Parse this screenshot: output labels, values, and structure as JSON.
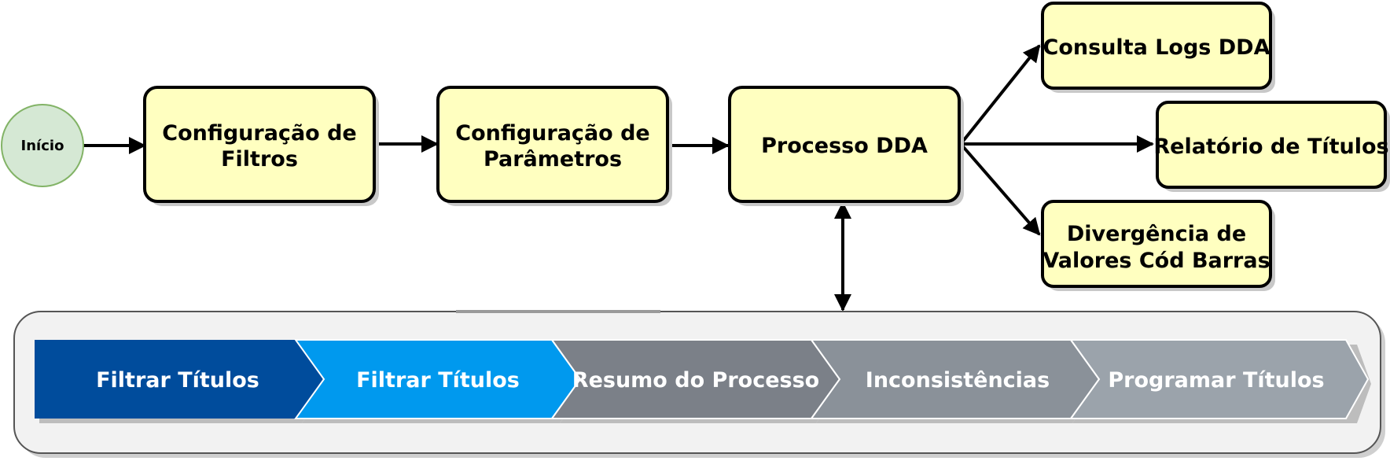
{
  "colors": {
    "node_fill": "#ffffc0",
    "node_stroke": "#000000",
    "start_fill": "#d5e8d4",
    "start_stroke": "#82b366",
    "panel_fill": "#f2f2f2",
    "panel_stroke": "#666666",
    "step_1": "#004c9c",
    "step_2": "#0099ee",
    "step_3": "#7b8088",
    "step_4": "#8a9199",
    "step_5": "#9ba3ab"
  },
  "flow": {
    "start": "Início",
    "config_filtros": [
      "Configuração de",
      "Filtros"
    ],
    "config_parametros": [
      "Configuração de",
      "Parâmetros"
    ],
    "processo": "Processo DDA",
    "consulta_logs": "Consulta Logs DDA",
    "relatorio": "Relatório de Títulos",
    "divergencia": [
      "Divergência de",
      "Valores Cód Barras"
    ]
  },
  "steps": [
    {
      "label": "Filtrar Títulos"
    },
    {
      "label": "Filtrar Títulos"
    },
    {
      "label": "Resumo do Processo"
    },
    {
      "label": "Inconsistências"
    },
    {
      "label": "Programar Títulos"
    }
  ]
}
